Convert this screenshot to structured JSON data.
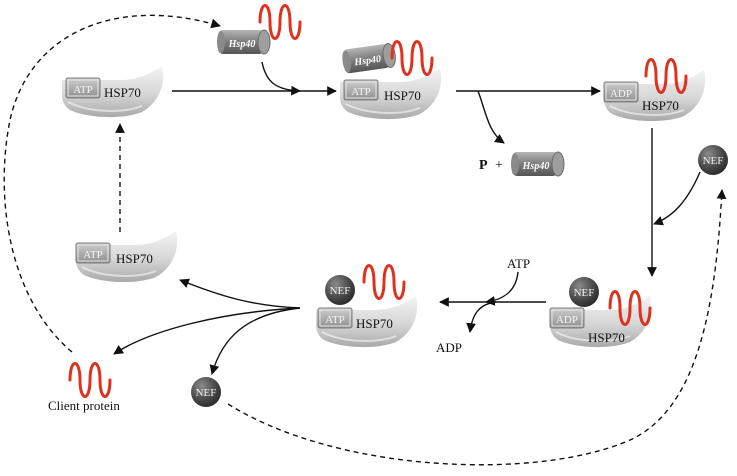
{
  "labels": {
    "hsp70": "HSP70",
    "hsp40": "Hsp40",
    "atp": "ATP",
    "adp": "ADP",
    "nef": "NEF",
    "phosphate": "P",
    "plus": "+",
    "client_protein": "Client protein"
  },
  "colors": {
    "client_protein": "#e0301e",
    "chaperone_body": "#d4d4d4",
    "nucleotide_box": "#a8a8a8",
    "nef_ball": "#4a4a4a",
    "hsp40_cylinder": "#7a7a7a",
    "arrow": "#111111"
  },
  "icons": {
    "chaperone": "hsp70-chaperone-icon",
    "cochaperone": "hsp40-cylinder-icon",
    "exchange_factor": "nef-ball-icon",
    "substrate": "client-protein-coil-icon"
  }
}
